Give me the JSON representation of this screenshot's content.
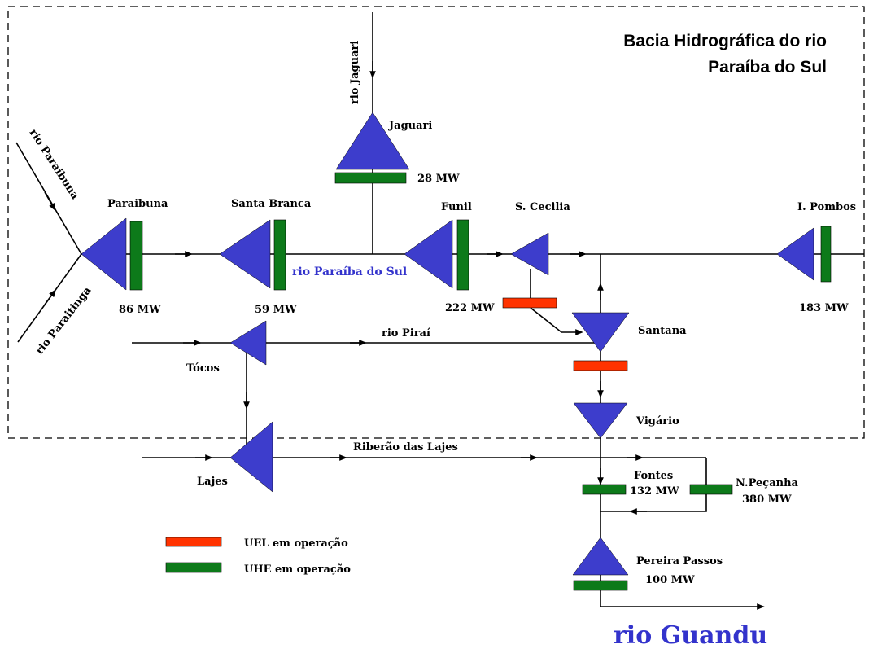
{
  "title_line1": "Bacia Hidrográfica do rio",
  "title_line2": "Paraíba do Sul",
  "colors": {
    "plant_triangle": "#3d3dcc",
    "uhe_bar": "#0d7a1a",
    "uel_bar": "#ff3300"
  },
  "rivers": {
    "paraibuna": "rio Paraibuna",
    "paraitinga": "rio Paraitinga",
    "jaguari": "rio Jaguari",
    "paraiba": "rio Paraíba do Sul",
    "pirai": "rio Piraí",
    "lajes": "Riberão das Lajes",
    "guandu": "rio Guandu"
  },
  "plants": {
    "paraibuna": {
      "name": "Paraibuna",
      "power": "86 MW"
    },
    "santa_branca": {
      "name": "Santa Branca",
      "power": "59 MW"
    },
    "jaguari": {
      "name": "Jaguari",
      "power": "28 MW"
    },
    "funil": {
      "name": "Funil",
      "power": "222 MW"
    },
    "s_cecilia": {
      "name": "S. Cecilia"
    },
    "l_pombos": {
      "name": "I. Pombos",
      "power": "183 MW"
    },
    "santana": {
      "name": "Santana"
    },
    "tocos": {
      "name": "Tócos"
    },
    "vigario": {
      "name": "Vigário"
    },
    "lajes": {
      "name": "Lajes"
    },
    "fontes": {
      "name": "Fontes",
      "power": "132 MW"
    },
    "n_pecanha": {
      "name": "N.Peçanha",
      "power": "380 MW"
    },
    "pereira_passos": {
      "name": "Pereira Passos",
      "power": "100 MW"
    }
  },
  "legend": {
    "uel": "UEL em operação",
    "uhe": "UHE em operação"
  }
}
